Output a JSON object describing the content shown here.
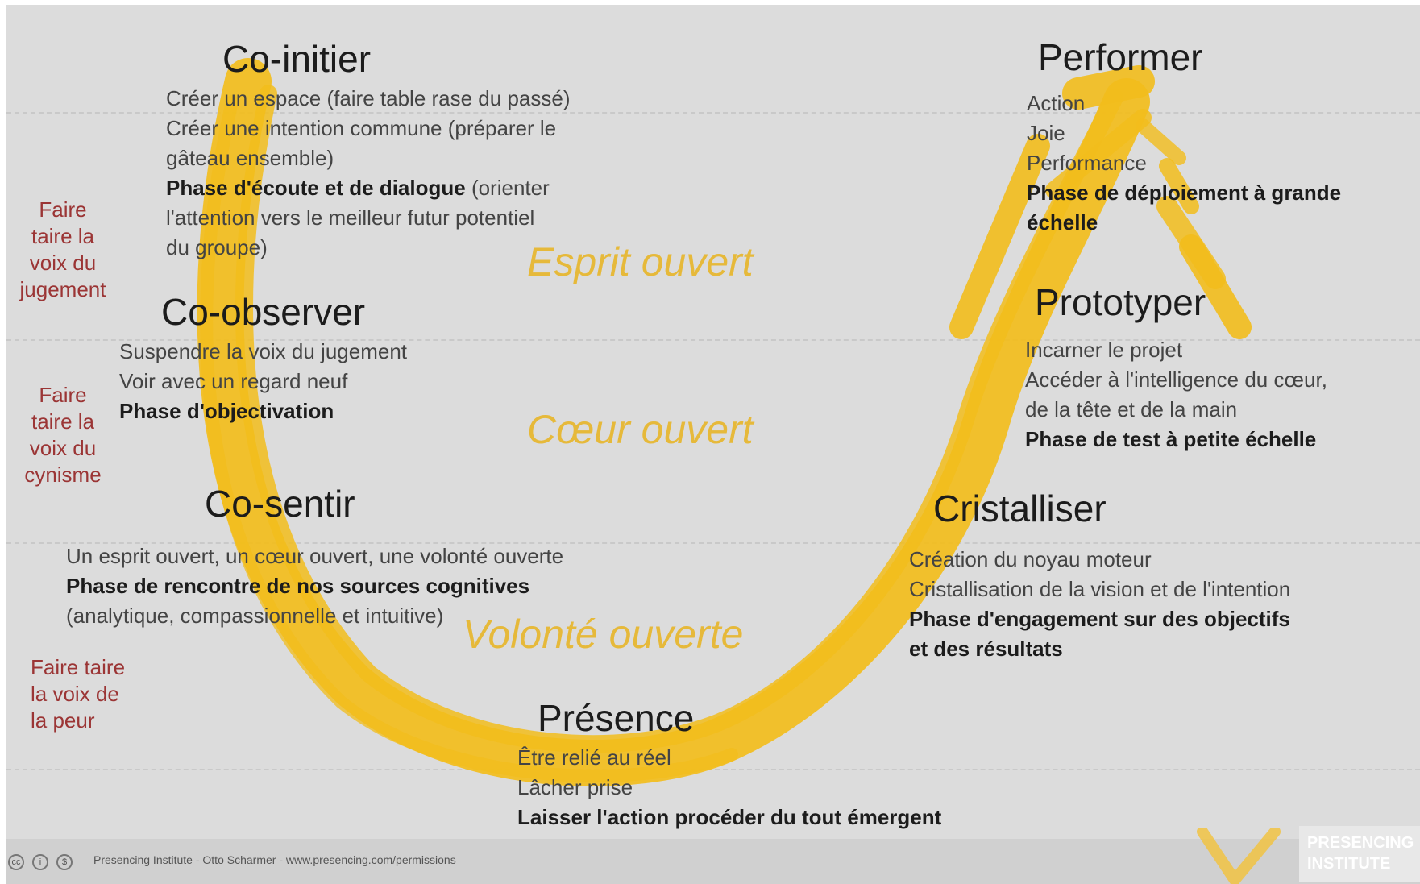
{
  "co_initier": {
    "title": "Co-initier",
    "line1": "Créer un espace (faire table rase du passé)",
    "line2": "Créer une intention commune (préparer le",
    "line3": "gâteau ensemble)",
    "phase": "Phase d'écoute et de dialogue",
    "phase_rest": " (orienter",
    "line5": "l'attention vers le meilleur futur potentiel",
    "line6": "du groupe)"
  },
  "co_observer": {
    "title": "Co-observer",
    "line1": "Suspendre la voix du jugement",
    "line2": "Voir avec un regard neuf",
    "phase": "Phase d'objectivation"
  },
  "co_sentir": {
    "title": "Co-sentir",
    "line1": "Un esprit ouvert, un cœur ouvert, une volonté ouverte",
    "phase": "Phase de rencontre de nos sources cognitives",
    "line3": "(analytique, compassionnelle et intuitive)"
  },
  "presence": {
    "title": "Présence",
    "line1": "Être relié au réel",
    "line2": "Lâcher prise",
    "phase": "Laisser l'action procéder du tout émergent"
  },
  "cristalliser": {
    "title": "Cristalliser",
    "line1": "Création du noyau moteur",
    "line2": "Cristallisation de la vision et de l'intention",
    "phase1": "Phase d'engagement sur des objectifs",
    "phase2": "et des résultats"
  },
  "prototyper": {
    "title": "Prototyper",
    "line1": "Incarner le projet",
    "line2": "Accéder à l'intelligence du cœur,",
    "line3": "de la tête et de la main",
    "phase": "Phase de test à petite échelle"
  },
  "performer": {
    "title": "Performer",
    "line1": "Action",
    "line2": "Joie",
    "line3": "Performance",
    "phase1": "Phase de déploiement à grande",
    "phase2": "échelle"
  },
  "voices": {
    "jugement": [
      "Faire",
      "taire la",
      "voix du",
      "jugement"
    ],
    "cynisme": [
      "Faire",
      "taire la",
      "voix du",
      "cynisme"
    ],
    "peur": [
      "Faire taire",
      "la voix de",
      "la peur"
    ]
  },
  "states": {
    "esprit": "Esprit ouvert",
    "coeur": "Cœur ouvert",
    "volonte": "Volonté ouverte"
  },
  "footer": {
    "text": "Presencing Institute - Otto Scharmer - www.presencing.com/permissions"
  },
  "logo": {
    "line1": "PRESENCING",
    "line2": "INSTITUTE"
  },
  "colors": {
    "arrow": "#f2bd1c",
    "state_text": "#e6b93a",
    "voice_text": "#9b3535",
    "background": "#dcdcdc"
  }
}
